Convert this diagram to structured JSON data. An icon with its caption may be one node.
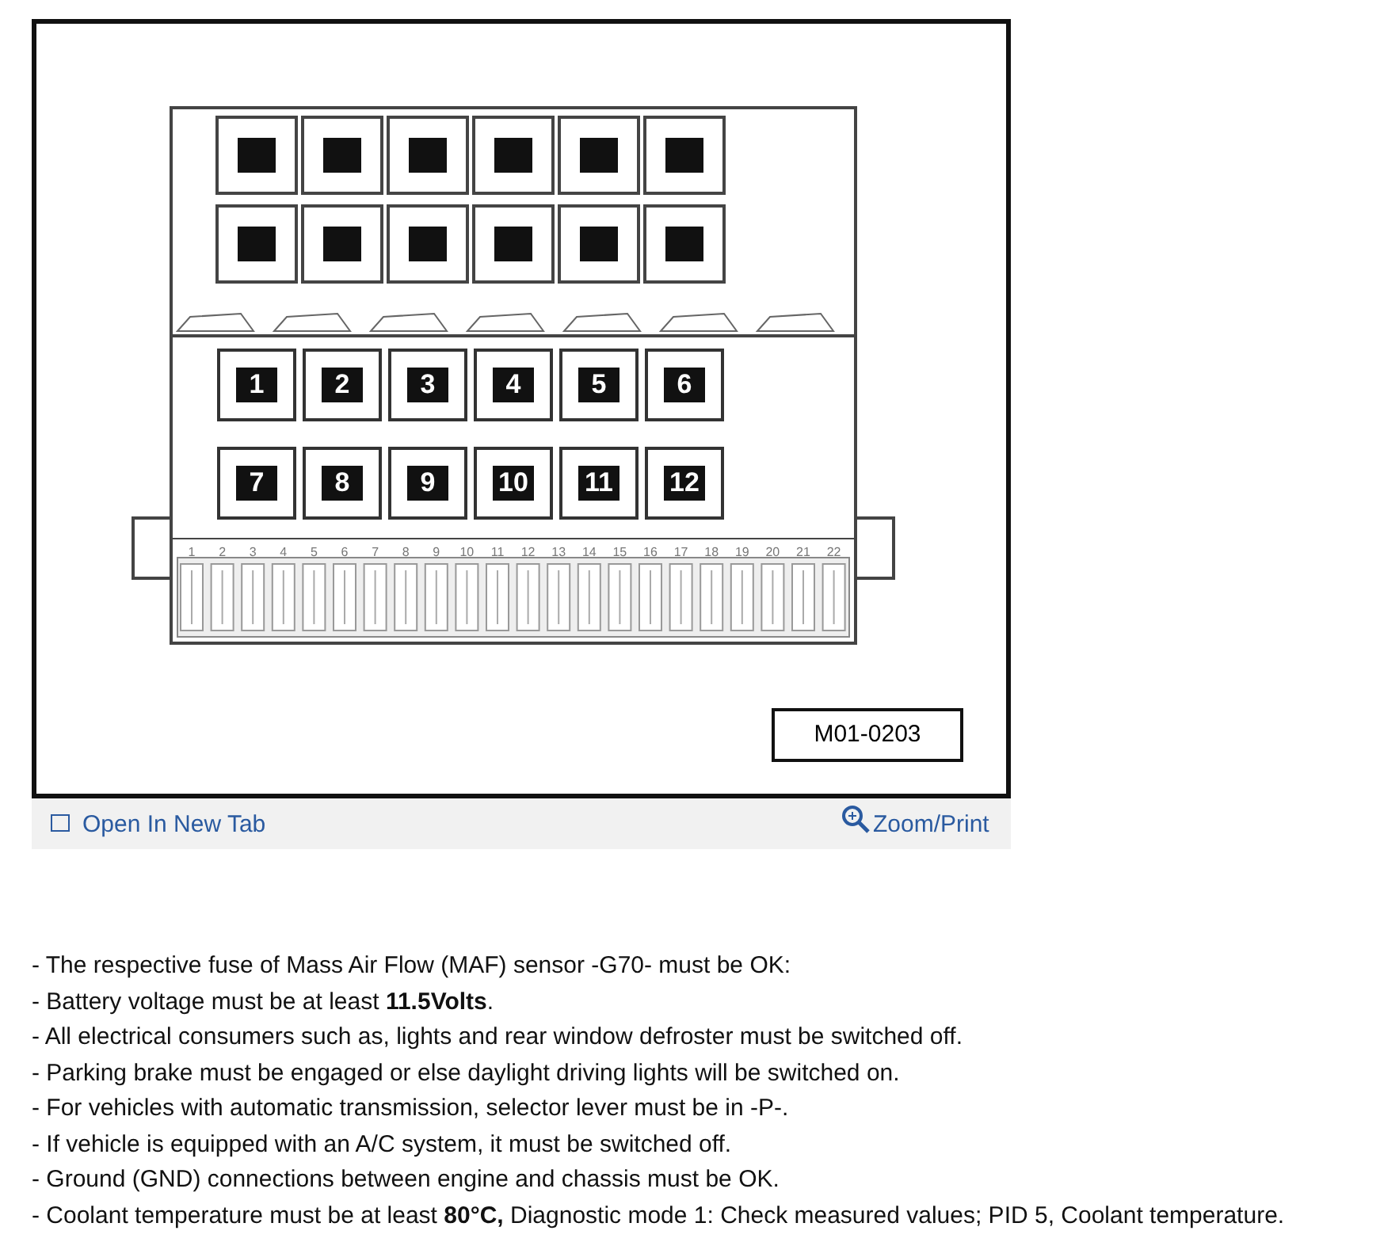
{
  "diagram": {
    "labels": [
      "1",
      "2",
      "3",
      "4",
      "5",
      "6",
      "7",
      "8",
      "9",
      "10",
      "11",
      "12",
      "1",
      "2",
      "3",
      "4",
      "5",
      "6",
      "7",
      "8",
      "9",
      "10",
      "11",
      "12",
      "13",
      "14",
      "15",
      "16",
      "17",
      "18",
      "19",
      "20",
      "21",
      "22",
      "M01-0203",
      "Open In New Tab",
      "Zoom/Print",
      "- The respective fuse of Mass Air Flow (MAF) sensor -G70- must be OK:",
      "- Battery voltage must be at least **11.5Volts**.",
      "- All electrical consumers such as, lights and rear window defroster must be switched off.",
      "- Parking brake must be engaged or else daylight driving lights will be switched on.",
      "- For vehicles with automatic transmission, selector lever must be in -P-.",
      "- If vehicle is equipped with an A/C system, it must be switched off.",
      "- Ground (GND) connections between engine and chassis must be OK.",
      "- Coolant temperature must be at least **80°C,** Diagnostic mode 1: Check measured values; PID 5, Coolant temperature."
    ]
  }
}
